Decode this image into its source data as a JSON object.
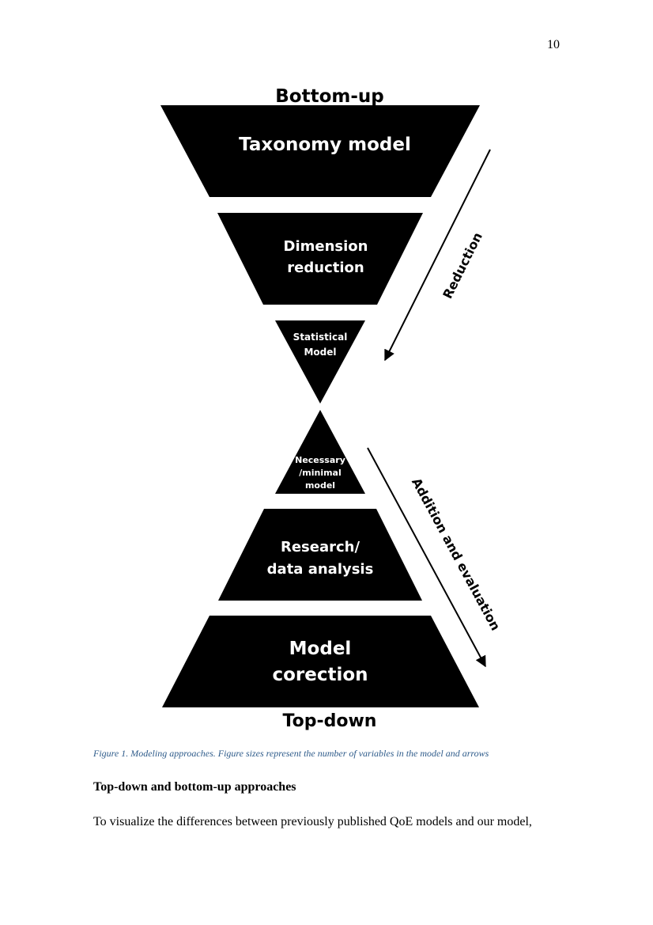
{
  "page_number": "10",
  "diagram": {
    "top_label": "Bottom-up",
    "bottom_label": "Top-down",
    "shapes": [
      {
        "lines": [
          "Taxonomy model"
        ]
      },
      {
        "lines": [
          "Dimension",
          "reduction"
        ]
      },
      {
        "lines": [
          "Statistical",
          "Model"
        ]
      },
      {
        "lines": [
          "Necessary",
          "/minimal",
          "model"
        ]
      },
      {
        "lines": [
          "Research/",
          "data analysis"
        ]
      },
      {
        "lines": [
          "Model",
          "corection"
        ]
      }
    ],
    "arrow_reduction_label": "Reduction",
    "arrow_addition_label": "Addition and evaluation",
    "fill_color": "#000000"
  },
  "caption": "Figure 1. Modeling approaches. Figure sizes represent the number of variables in the model and arrows",
  "section_heading": "Top-down and bottom-up approaches",
  "body_text": "To visualize the differences between previously published QoE models and our model,"
}
